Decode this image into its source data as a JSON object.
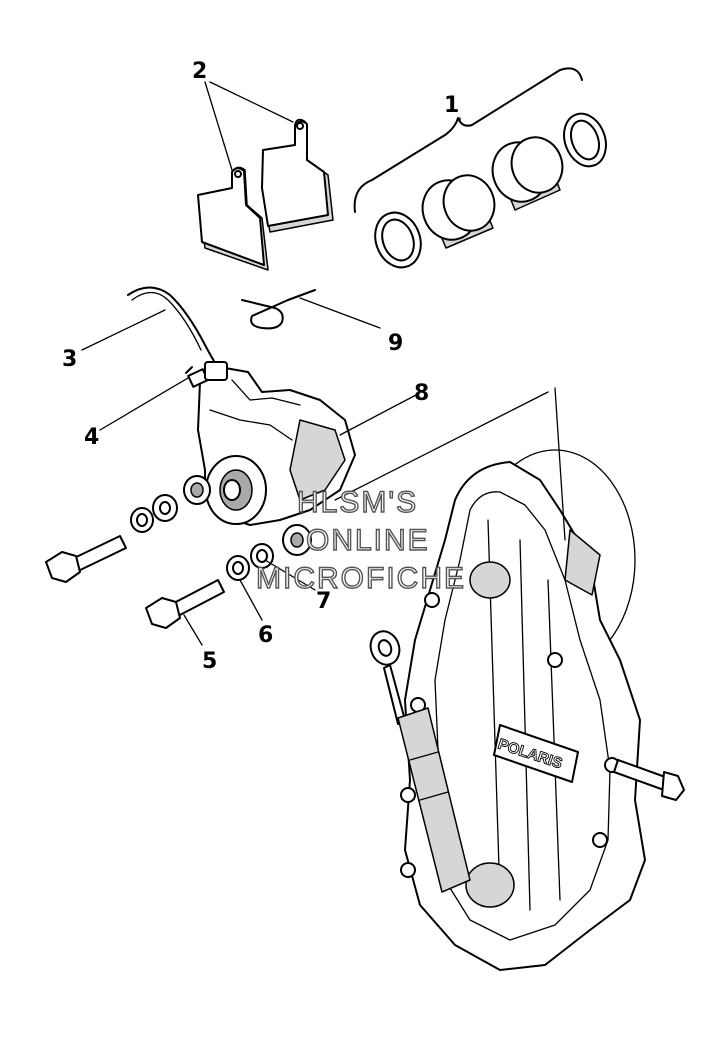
{
  "callouts": [
    "1",
    "2",
    "3",
    "4",
    "5",
    "6",
    "7",
    "8",
    "9"
  ],
  "watermark": {
    "line1": "HLSM'S",
    "line2": "ONLINE",
    "line3": "MICROFICHE"
  },
  "brand_logo": "POLARIS"
}
